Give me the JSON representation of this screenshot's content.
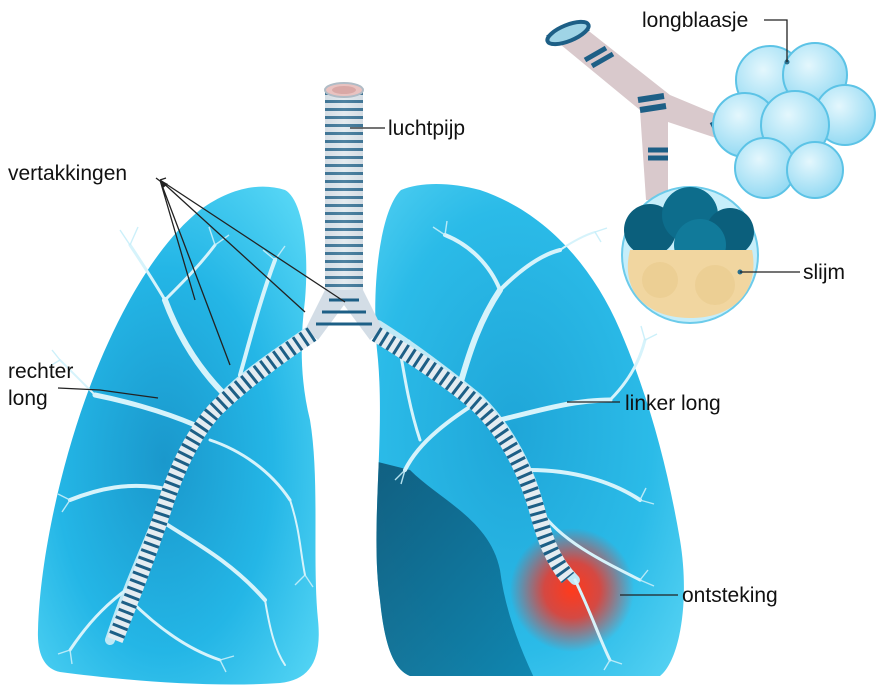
{
  "labels": {
    "trachea": "luchtpijp",
    "branches": "vertakkingen",
    "right_lung_line1": "rechter",
    "right_lung_line2": "long",
    "left_lung": "linker long",
    "alveolus": "longblaasje",
    "mucus": "slijm",
    "inflammation": "ontsteking"
  },
  "colors": {
    "lung_light": "#4fd0f2",
    "lung_mid": "#1aa8dc",
    "lung_dark": "#0a6f96",
    "branch": "#d8f4fb",
    "trachea_body": "#d3dde6",
    "trachea_ring": "#1d5f86",
    "alveolus_fill": "#a9e3f6",
    "alveolus_dark": "#0b5f7c",
    "mucus": "#f1cf8f",
    "inflammation": "#ff2a1a"
  }
}
